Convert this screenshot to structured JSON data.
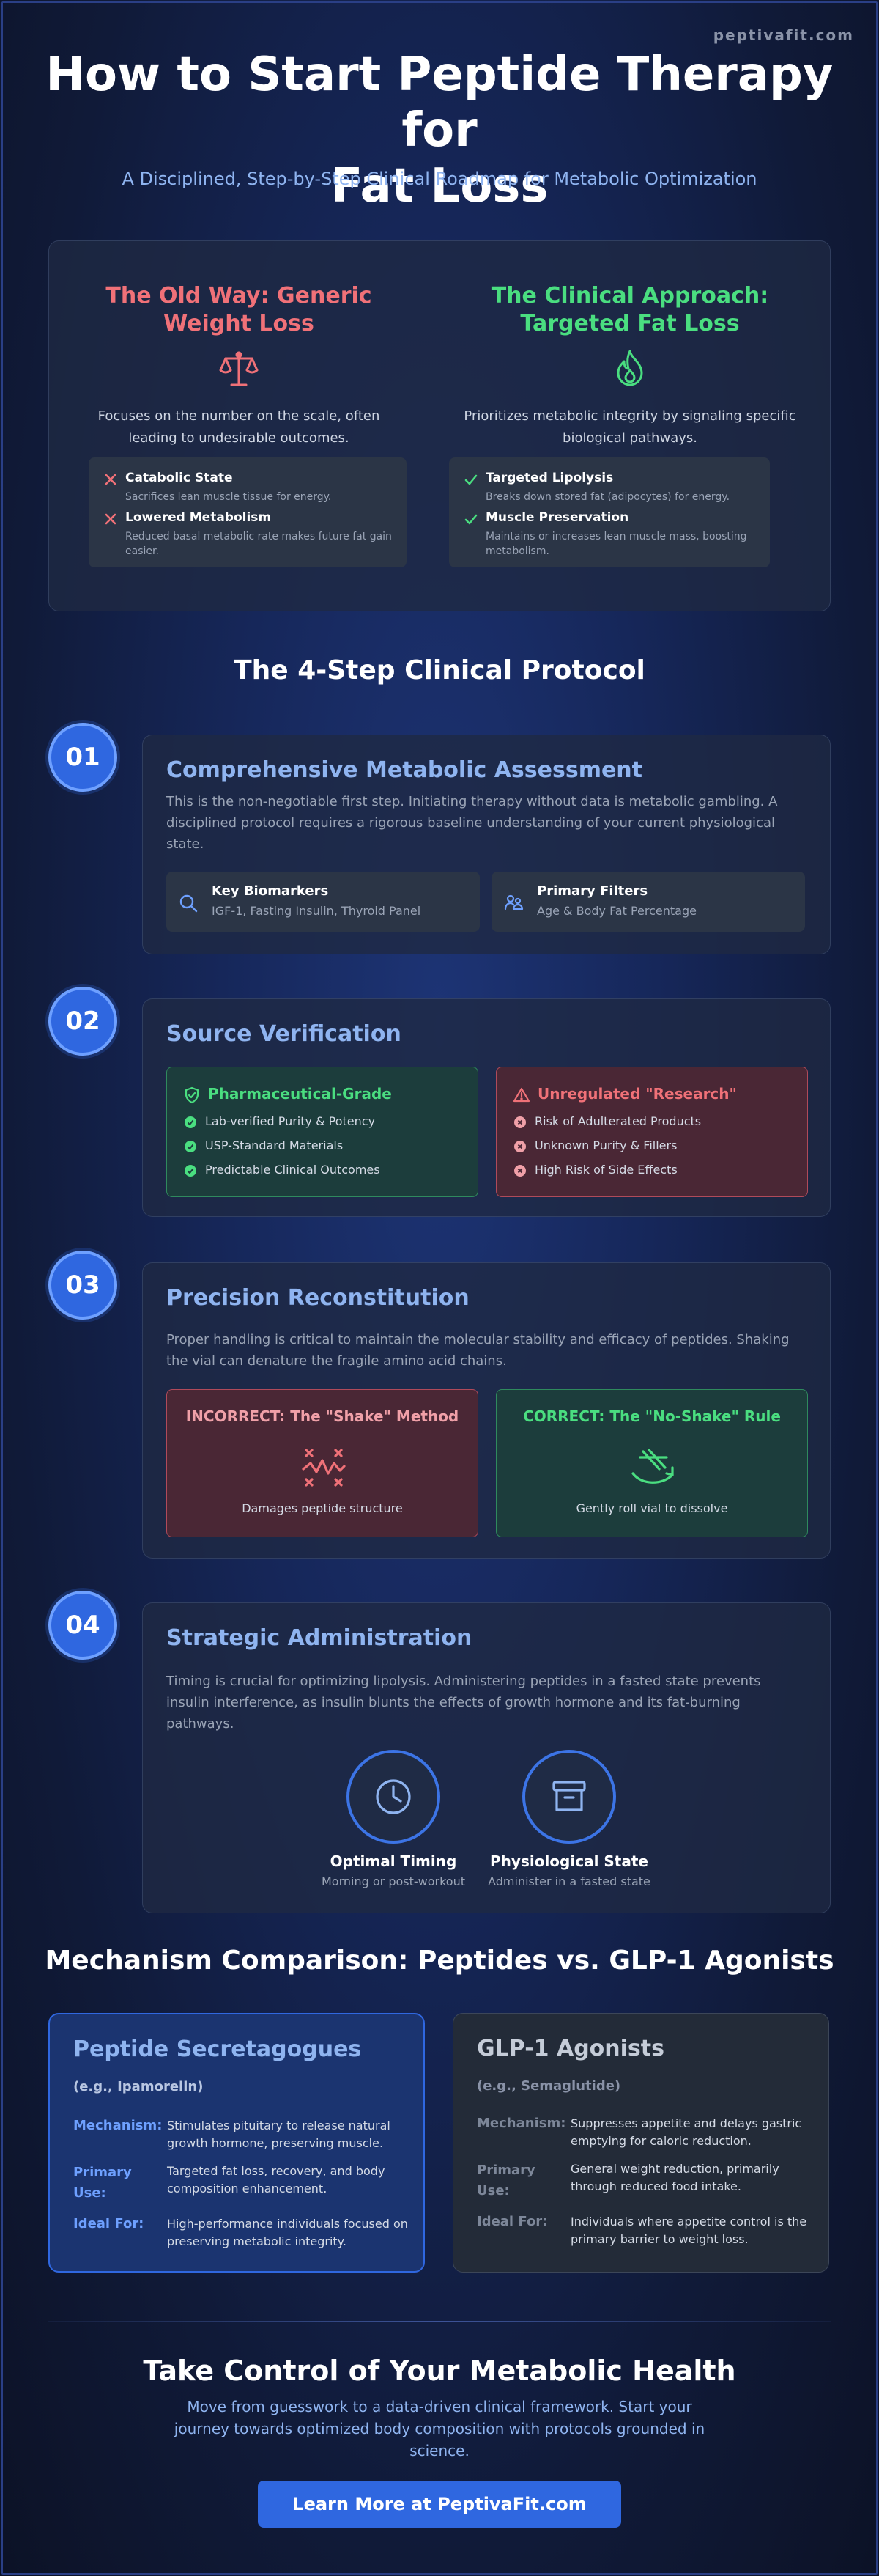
{
  "brand": "peptivafit.com",
  "hero": {
    "title_line1": "How to Start Peptide Therapy for",
    "title_line2": "Fat Loss",
    "subtitle": "A Disciplined, Step-by-Step Clinical Roadmap for Metabolic Optimization"
  },
  "comparison": {
    "old": {
      "title_line1": "The Old Way: Generic",
      "title_line2": "Weight Loss",
      "icon": "scale-icon",
      "desc": "Focuses on the number on the scale, often leading to undesirable outcomes.",
      "items": [
        {
          "title": "Catabolic State",
          "desc": "Sacrifices lean muscle tissue for energy."
        },
        {
          "title": "Lowered Metabolism",
          "desc": "Reduced basal metabolic rate makes future fat gain easier."
        }
      ]
    },
    "new": {
      "title_line1": "The Clinical Approach:",
      "title_line2": "Targeted Fat Loss",
      "icon": "flame-icon",
      "desc": "Prioritizes metabolic integrity by signaling specific biological pathways.",
      "items": [
        {
          "title": "Targeted Lipolysis",
          "desc": "Breaks down stored fat (adipocytes) for energy."
        },
        {
          "title": "Muscle Preservation",
          "desc": "Maintains or increases lean muscle mass, boosting metabolism."
        }
      ]
    }
  },
  "protocol": {
    "title": "The 4-Step Clinical Protocol",
    "step1": {
      "num": "01",
      "title": "Comprehensive Metabolic Assessment",
      "text": "This is the non-negotiable first step. Initiating therapy without data is metabolic gambling. A disciplined protocol requires a rigorous baseline understanding of your current physiological state.",
      "cards": [
        {
          "title": "Key Biomarkers",
          "sub": "IGF-1, Fasting Insulin, Thyroid Panel"
        },
        {
          "title": "Primary Filters",
          "sub": "Age & Body Fat Percentage"
        }
      ]
    },
    "step2": {
      "num": "02",
      "title": "Source Verification",
      "good": {
        "title": "Pharmaceutical-Grade",
        "items": [
          "Lab-verified Purity & Potency",
          "USP-Standard Materials",
          "Predictable Clinical Outcomes"
        ]
      },
      "bad": {
        "title": "Unregulated \"Research\"",
        "items": [
          "Risk of Adulterated Products",
          "Unknown Purity & Fillers",
          "High Risk of Side Effects"
        ]
      }
    },
    "step3": {
      "num": "03",
      "title": "Precision Reconstitution",
      "text": "Proper handling is critical to maintain the molecular stability and efficacy of peptides. Shaking the vial can denature the fragile amino acid chains.",
      "incorrect": {
        "title": "INCORRECT: The \"Shake\" Method",
        "caption": "Damages peptide structure"
      },
      "correct": {
        "title": "CORRECT: The \"No-Shake\" Rule",
        "caption": "Gently roll vial to dissolve"
      }
    },
    "step4": {
      "num": "04",
      "title": "Strategic Administration",
      "text": "Timing is crucial for optimizing lipolysis. Administering peptides in a fasted state prevents insulin interference, as insulin blunts the effects of growth hormone and its fat-burning pathways.",
      "items": [
        {
          "label": "Optimal Timing",
          "sub": "Morning or post-workout"
        },
        {
          "label": "Physiological State",
          "sub": "Administer in a fasted state"
        }
      ]
    }
  },
  "mechanism": {
    "title": "Mechanism Comparison: Peptides vs. GLP-1 Agonists",
    "peptide": {
      "title": "Peptide Secretagogues",
      "example": "(e.g., Ipamorelin)",
      "rows": [
        {
          "key": "Mechanism:",
          "value": "Stimulates pituitary to release natural growth hormone, preserving muscle."
        },
        {
          "key_line1": "Primary",
          "key_line2": "Use:",
          "value": "Targeted fat loss, recovery, and body composition enhancement."
        },
        {
          "key": "Ideal For:",
          "value": "High-performance individuals focused on preserving metabolic integrity."
        }
      ]
    },
    "glp1": {
      "title": "GLP-1 Agonists",
      "example": "(e.g., Semaglutide)",
      "rows": [
        {
          "key": "Mechanism:",
          "value": "Suppresses appetite and delays gastric emptying for caloric reduction."
        },
        {
          "key_line1": "Primary",
          "key_line2": "Use:",
          "value": "General weight reduction, primarily through reduced food intake."
        },
        {
          "key": "Ideal For:",
          "value": "Individuals where appetite control is the primary barrier to weight loss."
        }
      ]
    }
  },
  "cta": {
    "title": "Take Control of Your Metabolic Health",
    "text": "Move from guesswork to a data-driven clinical framework. Start your journey towards optimized body composition with protocols grounded in science.",
    "button": "Learn More at PeptivaFit.com"
  },
  "colors": {
    "accent_blue": "#2f67e0",
    "light_blue": "#8fb4f0",
    "old_red": "#f07178",
    "new_green": "#4ade80"
  }
}
